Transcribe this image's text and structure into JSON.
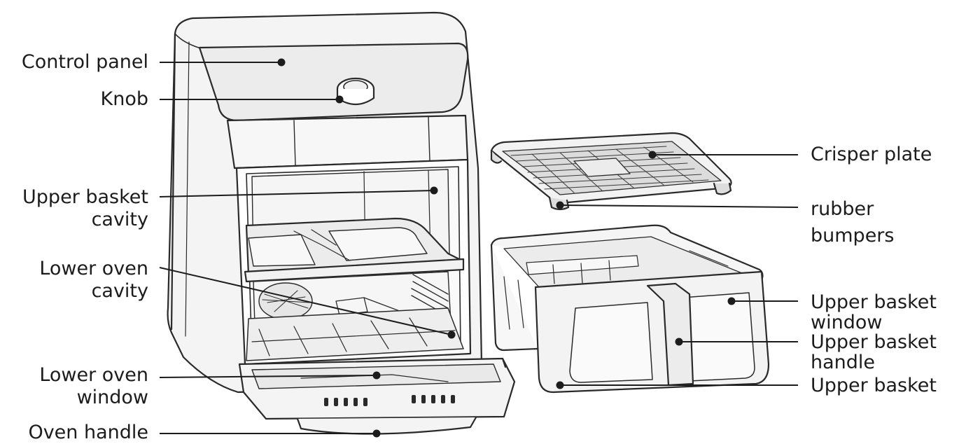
{
  "labels": {
    "control_panel": "Control panel",
    "knob": "Knob",
    "upper_basket_cavity": [
      "Upper basket",
      "cavity"
    ],
    "lower_oven_cavity": [
      "Lower oven",
      "cavity"
    ],
    "lower_oven_window": [
      "Lower oven",
      "window"
    ],
    "oven_handle": "Oven handle",
    "crisper_plate": "Crisper plate",
    "rubber_bumpers": [
      "rubber",
      "bumpers"
    ],
    "upper_basket_window": [
      "Upper basket",
      "window"
    ],
    "upper_basket_handle": [
      "Upper basket",
      "handle"
    ],
    "upper_basket": "Upper basket"
  },
  "colors": {
    "ink": "#1c1c1c",
    "body_fill": "#f4f4f4",
    "panel_fill": "#ececec",
    "outline": "#2a2a2a"
  }
}
